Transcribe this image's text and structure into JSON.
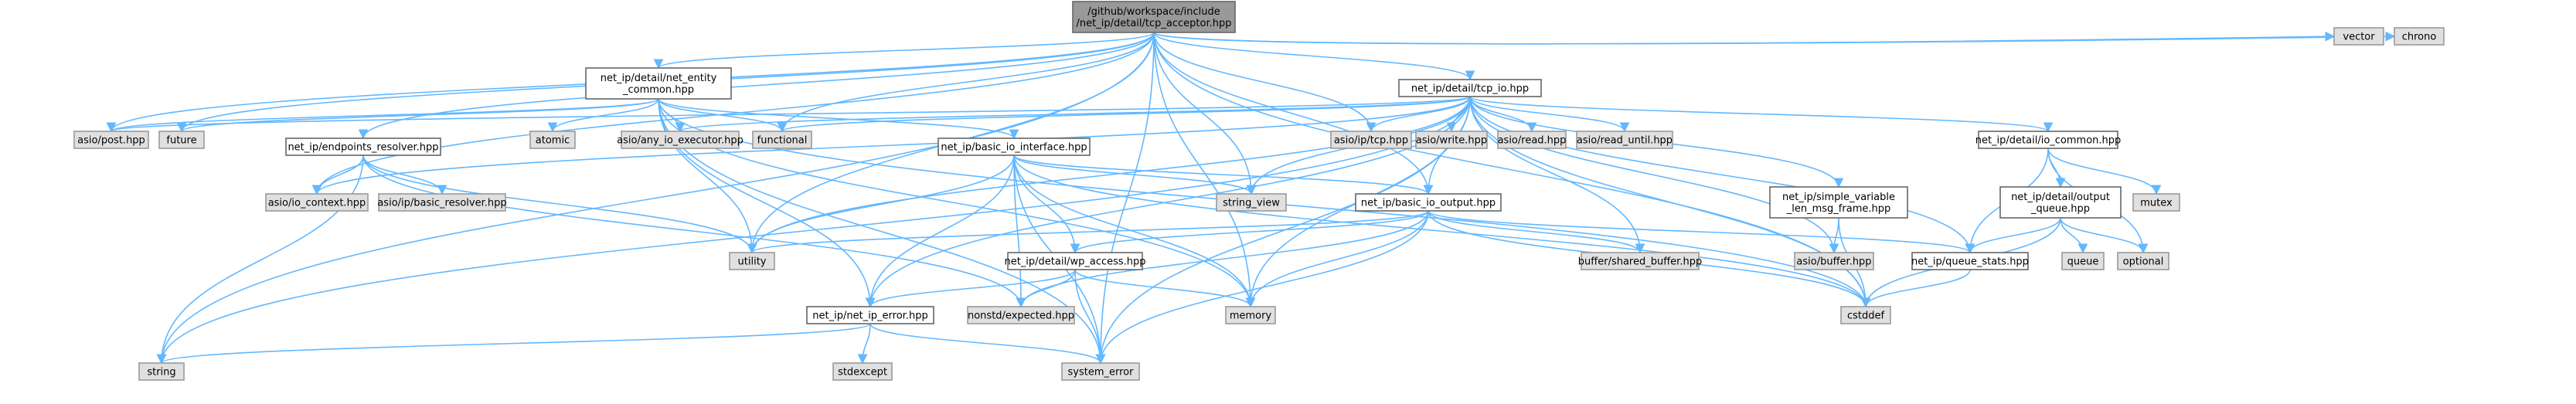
{
  "nodes": {
    "root": [
      "/github/workspace/include",
      "/net_ip/detail/tcp_acceptor.hpp"
    ],
    "net_entity": [
      "net_ip/detail/net_entity",
      "_common.hpp"
    ],
    "tcp_io": [
      "net_ip/detail/tcp_io.hpp"
    ],
    "vector": [
      "vector"
    ],
    "chrono": [
      "chrono"
    ],
    "asio_post": [
      "asio/post.hpp"
    ],
    "future": [
      "future"
    ],
    "endpoints_resolver": [
      "net_ip/endpoints_resolver.hpp"
    ],
    "atomic": [
      "atomic"
    ],
    "any_io_executor": [
      "asio/any_io_executor.hpp"
    ],
    "functional": [
      "functional"
    ],
    "basic_io_interface": [
      "net_ip/basic_io_interface.hpp"
    ],
    "asio_tcp": [
      "asio/ip/tcp.hpp"
    ],
    "asio_write": [
      "asio/write.hpp"
    ],
    "asio_read": [
      "asio/read.hpp"
    ],
    "asio_read_until": [
      "asio/read_until.hpp"
    ],
    "io_common": [
      "net_ip/detail/io_common.hpp"
    ],
    "io_context": [
      "asio/io_context.hpp"
    ],
    "basic_resolver": [
      "asio/ip/basic_resolver.hpp"
    ],
    "string_view": [
      "string_view"
    ],
    "simple_variable": [
      "net_ip/simple_variable",
      "_len_msg_frame.hpp"
    ],
    "mutex": [
      "mutex"
    ],
    "output_queue": [
      "net_ip/detail/output",
      "_queue.hpp"
    ],
    "basic_io_output": [
      "net_ip/basic_io_output.hpp"
    ],
    "utility": [
      "utility"
    ],
    "wp_access": [
      "net_ip/detail/wp_access.hpp"
    ],
    "shared_buffer": [
      "buffer/shared_buffer.hpp"
    ],
    "asio_buffer": [
      "asio/buffer.hpp"
    ],
    "queue": [
      "queue"
    ],
    "optional": [
      "optional"
    ],
    "queue_stats": [
      "net_ip/queue_stats.hpp"
    ],
    "memory": [
      "memory"
    ],
    "expected": [
      "nonstd/expected.hpp"
    ],
    "cstddef": [
      "cstddef"
    ],
    "net_ip_error": [
      "net_ip/net_ip_error.hpp"
    ],
    "string": [
      "string"
    ],
    "stdexcept": [
      "stdexcept"
    ],
    "system_error": [
      "system_error"
    ]
  },
  "colors": {
    "edge": "#63b8ff",
    "node_border": "#666666",
    "std_fill": "#e0e0e0",
    "root_fill": "#999999",
    "file_fill": "#ffffff"
  },
  "edges": [
    [
      "root",
      "net_entity"
    ],
    [
      "root",
      "tcp_io"
    ],
    [
      "root",
      "vector"
    ],
    [
      "root",
      "chrono"
    ],
    [
      "root",
      "asio_post"
    ],
    [
      "root",
      "future"
    ],
    [
      "root",
      "endpoints_resolver"
    ],
    [
      "root",
      "functional"
    ],
    [
      "root",
      "asio_tcp"
    ],
    [
      "root",
      "io_context"
    ],
    [
      "root",
      "string_view"
    ],
    [
      "root",
      "basic_io_output"
    ],
    [
      "root",
      "utility"
    ],
    [
      "root",
      "memory"
    ],
    [
      "root",
      "cstddef"
    ],
    [
      "root",
      "string"
    ],
    [
      "root",
      "system_error"
    ],
    [
      "net_entity",
      "asio_post"
    ],
    [
      "net_entity",
      "future"
    ],
    [
      "net_entity",
      "atomic"
    ],
    [
      "net_entity",
      "any_io_executor"
    ],
    [
      "net_entity",
      "functional"
    ],
    [
      "net_entity",
      "basic_io_interface"
    ],
    [
      "net_entity",
      "utility"
    ],
    [
      "net_entity",
      "memory"
    ],
    [
      "net_entity",
      "cstddef"
    ],
    [
      "net_entity",
      "net_ip_error"
    ],
    [
      "net_entity",
      "system_error"
    ],
    [
      "tcp_io",
      "asio_post"
    ],
    [
      "tcp_io",
      "any_io_executor"
    ],
    [
      "tcp_io",
      "functional"
    ],
    [
      "tcp_io",
      "asio_tcp"
    ],
    [
      "tcp_io",
      "asio_write"
    ],
    [
      "tcp_io",
      "asio_read"
    ],
    [
      "tcp_io",
      "asio_read_until"
    ],
    [
      "tcp_io",
      "io_common"
    ],
    [
      "tcp_io",
      "io_context"
    ],
    [
      "tcp_io",
      "string_view"
    ],
    [
      "tcp_io",
      "simple_variable"
    ],
    [
      "tcp_io",
      "basic_io_output"
    ],
    [
      "tcp_io",
      "utility"
    ],
    [
      "tcp_io",
      "shared_buffer"
    ],
    [
      "tcp_io",
      "asio_buffer"
    ],
    [
      "tcp_io",
      "queue_stats"
    ],
    [
      "tcp_io",
      "memory"
    ],
    [
      "tcp_io",
      "cstddef"
    ],
    [
      "tcp_io",
      "net_ip_error"
    ],
    [
      "tcp_io",
      "string"
    ],
    [
      "tcp_io",
      "system_error"
    ],
    [
      "endpoints_resolver",
      "io_context"
    ],
    [
      "endpoints_resolver",
      "basic_resolver"
    ],
    [
      "endpoints_resolver",
      "utility"
    ],
    [
      "endpoints_resolver",
      "expected"
    ],
    [
      "endpoints_resolver",
      "string"
    ],
    [
      "basic_io_interface",
      "string_view"
    ],
    [
      "basic_io_interface",
      "basic_io_output"
    ],
    [
      "basic_io_interface",
      "utility"
    ],
    [
      "basic_io_interface",
      "wp_access"
    ],
    [
      "basic_io_interface",
      "memory"
    ],
    [
      "basic_io_interface",
      "expected"
    ],
    [
      "basic_io_interface",
      "cstddef"
    ],
    [
      "basic_io_interface",
      "net_ip_error"
    ],
    [
      "basic_io_interface",
      "system_error"
    ],
    [
      "io_common",
      "mutex"
    ],
    [
      "io_common",
      "output_queue"
    ],
    [
      "io_common",
      "optional"
    ],
    [
      "io_common",
      "queue_stats"
    ],
    [
      "simple_variable",
      "asio_buffer"
    ],
    [
      "simple_variable",
      "cstddef"
    ],
    [
      "output_queue",
      "queue"
    ],
    [
      "output_queue",
      "optional"
    ],
    [
      "output_queue",
      "queue_stats"
    ],
    [
      "output_queue",
      "cstddef"
    ],
    [
      "basic_io_output",
      "utility"
    ],
    [
      "basic_io_output",
      "wp_access"
    ],
    [
      "basic_io_output",
      "shared_buffer"
    ],
    [
      "basic_io_output",
      "queue_stats"
    ],
    [
      "basic_io_output",
      "memory"
    ],
    [
      "basic_io_output",
      "expected"
    ],
    [
      "basic_io_output",
      "cstddef"
    ],
    [
      "basic_io_output",
      "system_error"
    ],
    [
      "wp_access",
      "memory"
    ],
    [
      "wp_access",
      "expected"
    ],
    [
      "wp_access",
      "net_ip_error"
    ],
    [
      "wp_access",
      "system_error"
    ],
    [
      "queue_stats",
      "cstddef"
    ],
    [
      "net_ip_error",
      "string"
    ],
    [
      "net_ip_error",
      "stdexcept"
    ],
    [
      "net_ip_error",
      "system_error"
    ]
  ]
}
